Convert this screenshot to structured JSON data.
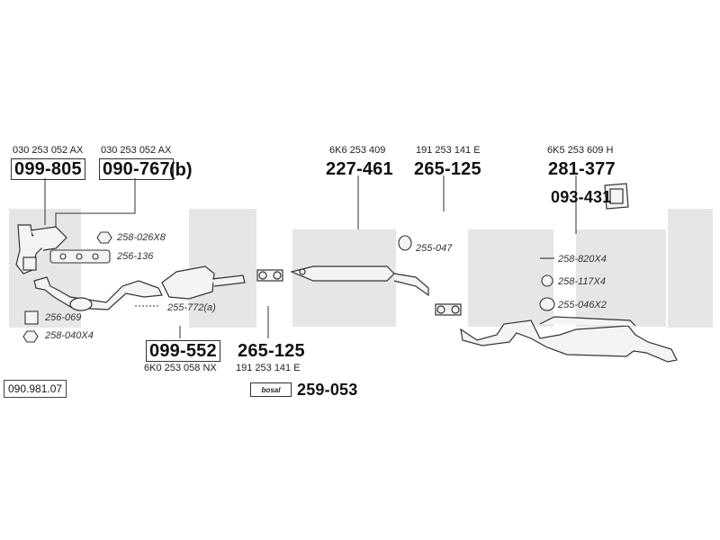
{
  "reference_code": "090.981.07",
  "parts": {
    "manifold_a": {
      "oem": "030 253 052 AX",
      "number": "099-805"
    },
    "manifold_b": {
      "oem": "030 253 052 AX",
      "number": "090-767",
      "suffix": "(b)"
    },
    "front_pipe": {
      "oem": "6K0 253 058 NX",
      "number": "099-552"
    },
    "clamp_front": {
      "oem": "191 253 141 E",
      "number": "265-125"
    },
    "middle_silencer": {
      "oem": "6K6 253 409",
      "number": "227-461"
    },
    "clamp_middle": {
      "oem": "191 253 141 E",
      "number": "265-125"
    },
    "rear_silencer": {
      "oem": "6K5 253 609 H",
      "number": "281-377"
    },
    "heat_shield": {
      "number": "093-431"
    },
    "assembly_paste": {
      "number": "259-053",
      "badge": "bosal"
    }
  },
  "small_parts": [
    "258-026X8",
    "256-136",
    "256-069",
    "258-040X4",
    "255-772(a)",
    "255-047",
    "258-820X4",
    "258-117X4",
    "255-046X2"
  ],
  "colors": {
    "watermark": "#e6e6e6",
    "line": "#333333",
    "part_fill": "#f4f4f4"
  }
}
